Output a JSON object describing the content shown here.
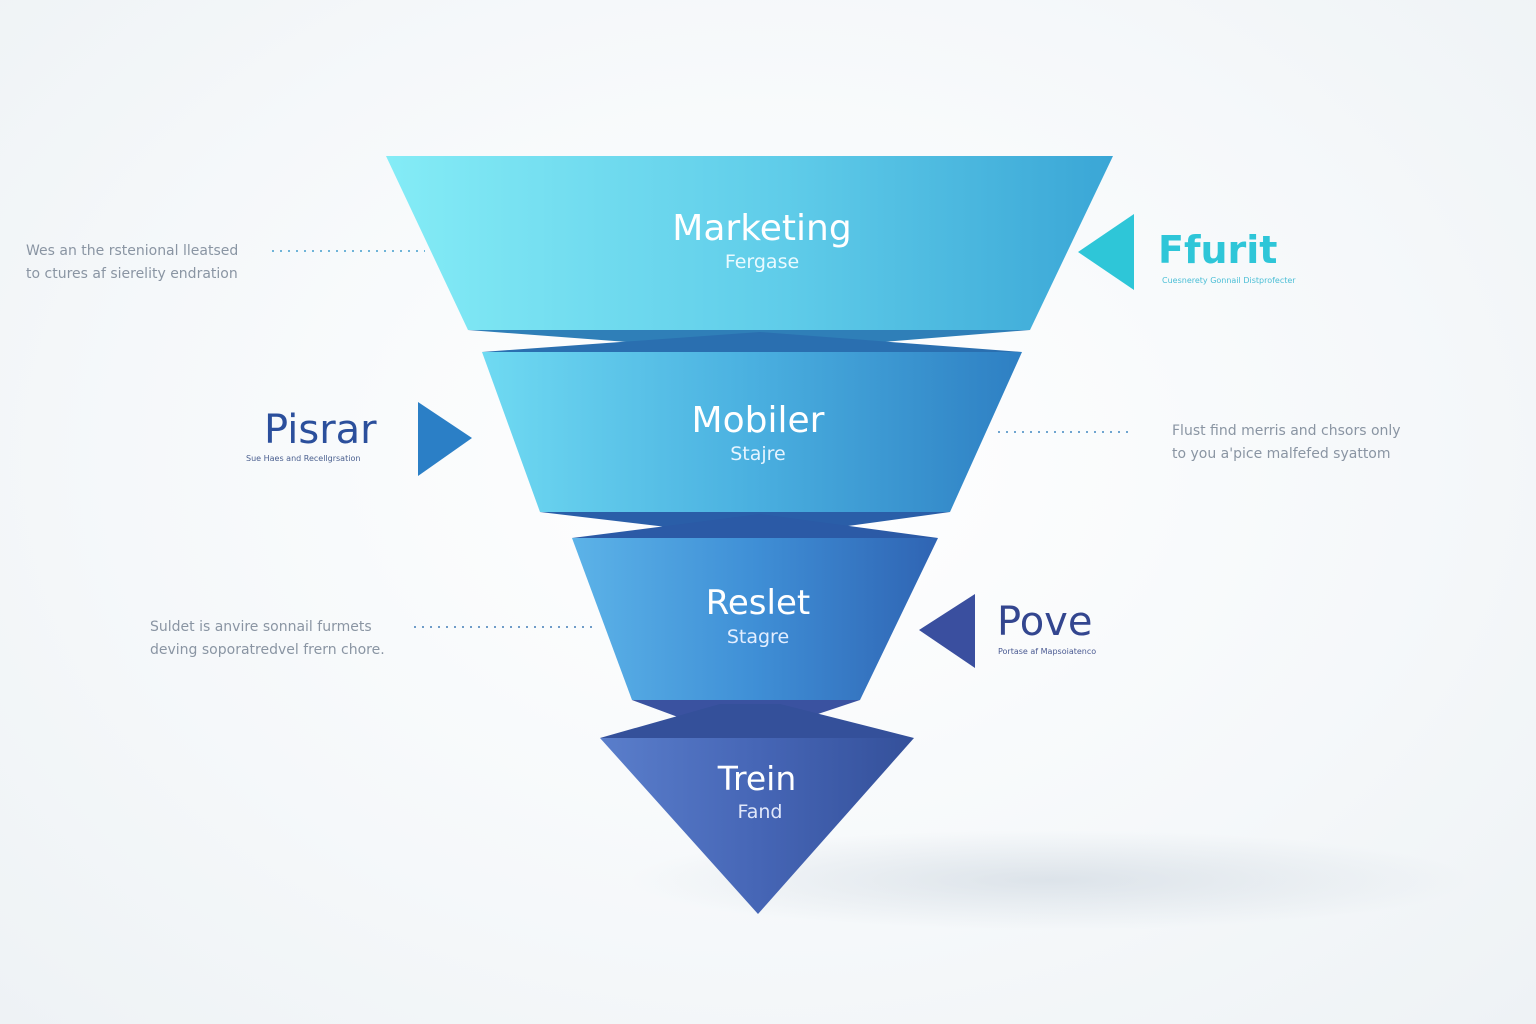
{
  "colors": {
    "marketing_light": "#84ecf6",
    "marketing_dark": "#3aa6d6",
    "mobiler_light": "#6fdaf2",
    "mobiler_dark": "#2e7fc3",
    "reslet_light": "#5cb3e8",
    "reslet_dark": "#2f64b3",
    "trein_light": "#5a7ecb",
    "trein_dark": "#34509a",
    "fiurit": "#2ec6d8",
    "pisrar": "#2b4f9c",
    "pove": "#33468f",
    "dotted": "#6fb4d8"
  },
  "stages": [
    {
      "title": "Marketing",
      "subtitle": "Fergase"
    },
    {
      "title": "Mobiler",
      "subtitle": "Stajre"
    },
    {
      "title": "Reslet",
      "subtitle": "Stagre"
    },
    {
      "title": "Trein",
      "subtitle": "Fand"
    }
  ],
  "notes": {
    "top_left": [
      "Wes an the rstenional lleatsed",
      "to ctures af sierelity endration"
    ],
    "mid_right": [
      "Flust find merris and chsors only",
      "to you a'pice malfefed syattom"
    ],
    "low_left": [
      "Suldet is anvire sonnail furmets",
      "deving soporatredvel frern chore."
    ]
  },
  "brands": {
    "fiurit": {
      "title": "Ffurit",
      "subtitle": "Cuesnerety Gonnail Distprofecter"
    },
    "pisrar": {
      "title": "Pisrar",
      "subtitle": "Sue Haes and Recellgrsation"
    },
    "pove": {
      "title": "Pove",
      "subtitle": "Portase af Mapsoiatenco"
    }
  }
}
